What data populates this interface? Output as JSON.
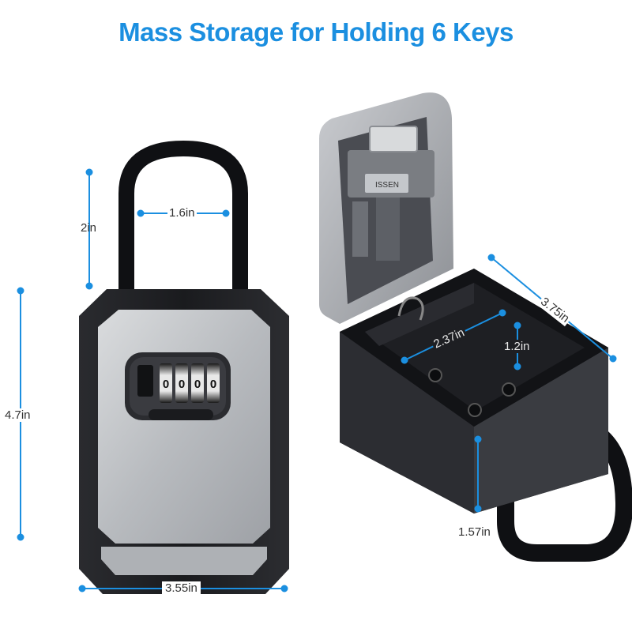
{
  "title": "Mass Storage for Holding 6 Keys",
  "colors": {
    "title": "#1b8fe0",
    "dimension_line": "#1b8fe0",
    "body_black": "#1c1d21",
    "panel_silver": "#b6b9bd",
    "shackle": "#0f1013"
  },
  "combination_dials": [
    "0",
    "0",
    "0",
    "0"
  ],
  "lid_brand_text": "ISSEN",
  "dimensions": {
    "shackle_height": "2in",
    "shackle_width": "1.6in",
    "body_height": "4.7in",
    "body_width": "3.55in",
    "box_length": "3.75in",
    "box_inner_width": "2.37in",
    "box_inner_depth": "1.2in",
    "box_depth": "1.57in"
  }
}
